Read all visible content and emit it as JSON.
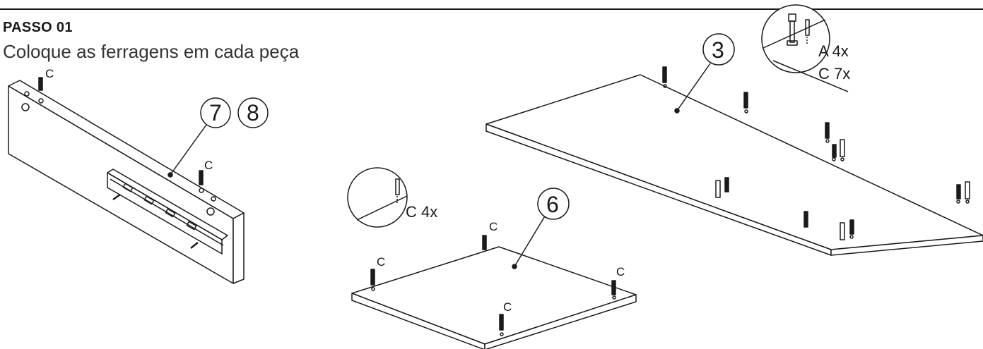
{
  "header": {
    "step_title": "PASSO 01",
    "step_description": "Coloque as ferragens em cada peça"
  },
  "parts": {
    "part_7": "7",
    "part_8": "8",
    "part_3": "3",
    "part_6": "6"
  },
  "hardware_label": "C",
  "details": {
    "detail_c_qty": "C 4x",
    "detail_a_qty": "A 4x",
    "detail_c7_qty": "C 7x"
  },
  "colors": {
    "line": "#1a1a1a",
    "background": "#ffffff"
  }
}
